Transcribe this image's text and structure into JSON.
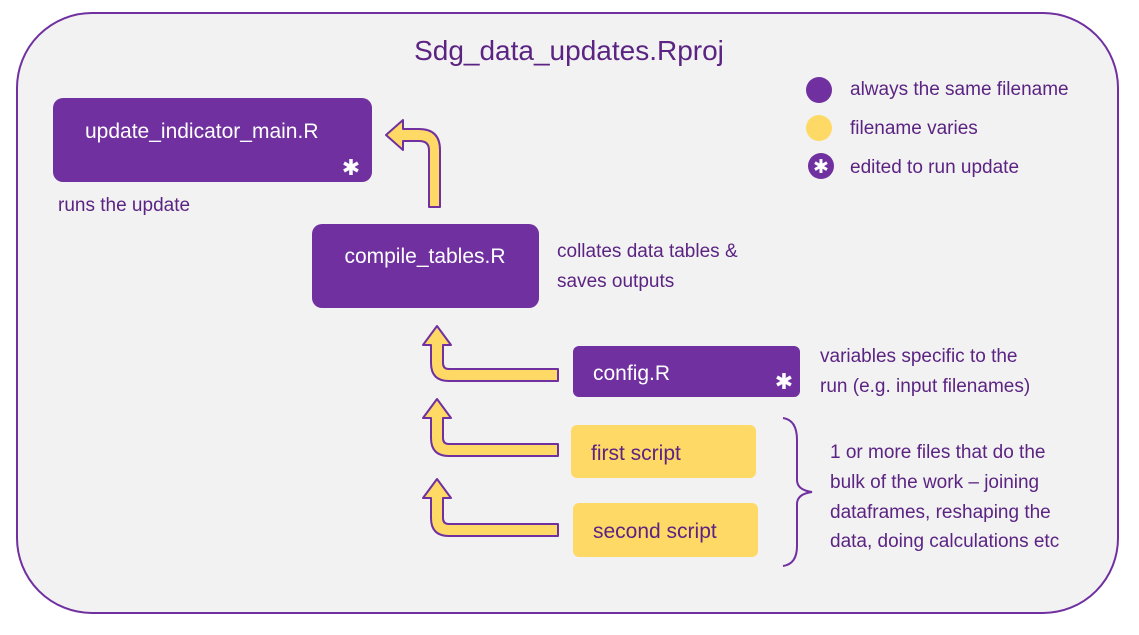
{
  "project": {
    "title": "Sdg_data_updates.Rproj"
  },
  "legend": {
    "same_filename": "always the same filename",
    "filename_varies": "filename varies",
    "edited": "edited to run update"
  },
  "nodes": {
    "main": {
      "label": "update_indicator_main.R",
      "note": "runs the update"
    },
    "compile": {
      "label": "compile_tables.R",
      "note_line1": "collates data tables &",
      "note_line2": "saves outputs"
    },
    "config": {
      "label": "config.R",
      "note_line1": "variables specific to the",
      "note_line2": "run (e.g. input filenames)"
    },
    "first": {
      "label": "first script"
    },
    "second": {
      "label": "second script"
    }
  },
  "scripts_note": {
    "line1": "1 or more files that do the",
    "line2": "bulk of the work – joining",
    "line3": "dataframes, reshaping the",
    "line4": "data, doing calculations etc"
  },
  "colors": {
    "purple": "#7030a0",
    "yellow": "#ffd966",
    "background": "#f2f2f2",
    "text_purple": "#5b2483"
  },
  "asterisk": "✱"
}
